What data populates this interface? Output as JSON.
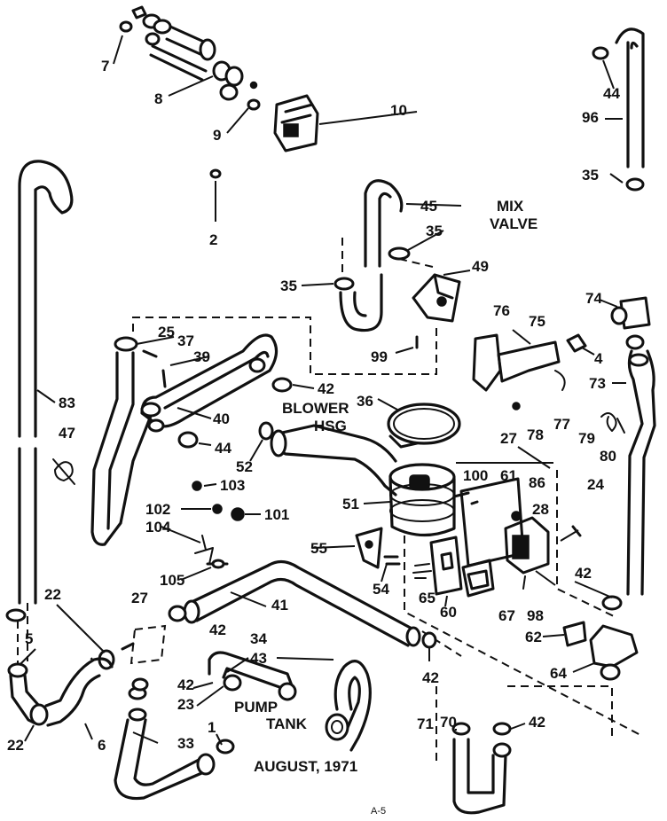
{
  "footer": {
    "date": "AUGUST, 1971",
    "page": "A-5"
  },
  "captions": {
    "mix_valve_1": "MIX",
    "mix_valve_2": "VALVE",
    "blower_1": "BLOWER",
    "blower_2": "HSG",
    "pump": "PUMP",
    "tank": "TANK"
  },
  "callouts": {
    "c7": "7",
    "c8": "8",
    "c9": "9",
    "c10": "10",
    "c2": "2",
    "c44a": "44",
    "c96": "96",
    "c35a": "35",
    "c45": "45",
    "c35b": "35",
    "c35c": "35",
    "c49": "49",
    "c74": "74",
    "c76": "76",
    "c75": "75",
    "c25": "25",
    "c37": "37",
    "c39": "39",
    "c99": "99",
    "c4": "4",
    "c73": "73",
    "c42a": "42",
    "c36": "36",
    "c83": "83",
    "c40": "40",
    "c77": "77",
    "c79": "79",
    "c78": "78",
    "c80": "80",
    "c27a": "27",
    "c47": "47",
    "c44b": "44",
    "c52": "52",
    "c103": "103",
    "c100": "100",
    "c61": "61",
    "c86": "86",
    "c24": "24",
    "c51": "51",
    "c28": "28",
    "c102": "102",
    "c101": "101",
    "c104": "104",
    "c55": "55",
    "c54": "54",
    "c105": "105",
    "c65": "65",
    "c42b": "42",
    "c22a": "22",
    "c27b": "27",
    "c41": "41",
    "c60": "60",
    "c67": "67",
    "c98": "98",
    "c42c": "42",
    "c62": "62",
    "c5": "5",
    "c34": "34",
    "c43": "43",
    "c64": "64",
    "c42d": "42",
    "c23": "23",
    "c42e": "42",
    "c70": "70",
    "c1": "1",
    "c71": "71",
    "c42f": "42",
    "c22b": "22",
    "c6": "6",
    "c33": "33"
  }
}
